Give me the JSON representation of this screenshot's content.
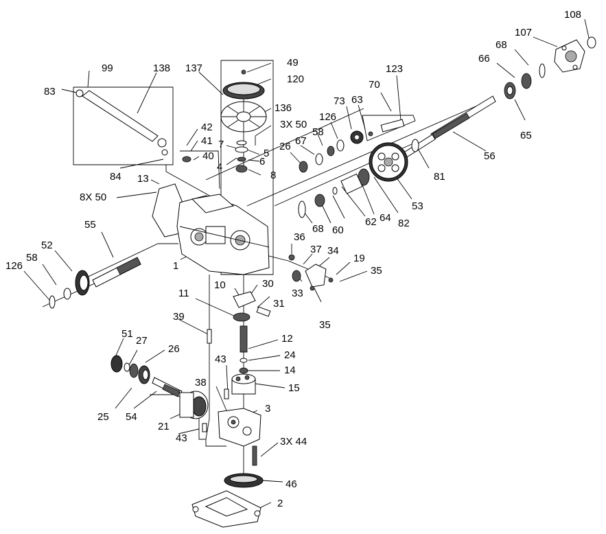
{
  "diagram": {
    "labels": {
      "p108": "108",
      "p107": "107",
      "p68a": "68",
      "p66": "66",
      "p65": "65",
      "p56": "56",
      "p81": "81",
      "p123": "123",
      "p70": "70",
      "p73": "73",
      "p63": "63",
      "p126a": "126",
      "p58a": "58",
      "p67": "67",
      "p26a": "26",
      "p53": "53",
      "p82": "82",
      "p64": "64",
      "p62": "62",
      "p60": "60",
      "p68b": "68",
      "p49": "49",
      "p120": "120",
      "p137": "137",
      "p136": "136",
      "p3x50": "3X 50",
      "p5": "5",
      "p6": "6",
      "p8": "8",
      "p4": "4",
      "p7": "7",
      "p42": "42",
      "p41": "41",
      "p40": "40",
      "p99": "99",
      "p138": "138",
      "p83": "83",
      "p84": "84",
      "p13": "13",
      "p8x50": "8X 50",
      "p55": "55",
      "p52": "52",
      "p58b": "58",
      "p126b": "126",
      "p1": "1",
      "p36": "36",
      "p37": "37",
      "p34": "34",
      "p19": "19",
      "p35a": "35",
      "p35b": "35",
      "p33": "33",
      "p30": "30",
      "p31": "31",
      "p10": "10",
      "p11": "11",
      "p39": "39",
      "p12": "12",
      "p24": "24",
      "p14": "14",
      "p15": "15",
      "p43a": "43",
      "p51": "51",
      "p27": "27",
      "p26b": "26",
      "p25": "25",
      "p54": "54",
      "p21": "21",
      "p38": "38",
      "p3": "3",
      "p43b": "43",
      "p3x44": "3X 44",
      "p46": "46",
      "p2": "2"
    }
  }
}
